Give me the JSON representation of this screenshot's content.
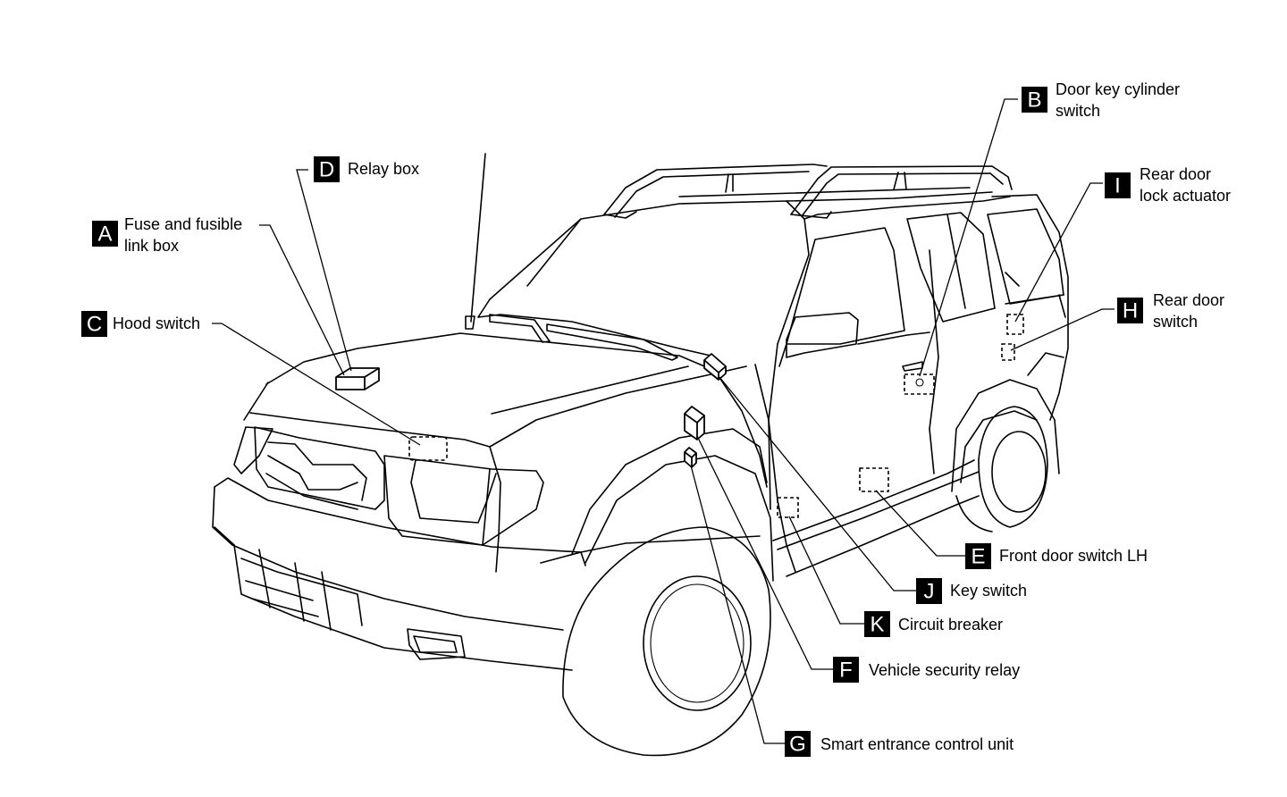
{
  "callouts": {
    "A": {
      "letter": "A",
      "line1": "Fuse and fusible",
      "line2": "link box"
    },
    "B": {
      "letter": "B",
      "line1": "Door key cylinder",
      "line2": "switch"
    },
    "C": {
      "letter": "C",
      "line1": "Hood switch"
    },
    "D": {
      "letter": "D",
      "line1": "Relay box"
    },
    "E": {
      "letter": "E",
      "line1": "Front door switch LH"
    },
    "F": {
      "letter": "F",
      "line1": "Vehicle security relay"
    },
    "G": {
      "letter": "G",
      "line1": "Smart entrance control unit"
    },
    "H": {
      "letter": "H",
      "line1": "Rear door",
      "line2": "switch"
    },
    "I": {
      "letter": "I",
      "line1": "Rear door",
      "line2": "lock actuator"
    },
    "J": {
      "letter": "J",
      "line1": "Key switch"
    },
    "K": {
      "letter": "K",
      "line1": "Circuit breaker"
    }
  },
  "colors": {
    "ink": "#000000",
    "background": "#ffffff"
  }
}
